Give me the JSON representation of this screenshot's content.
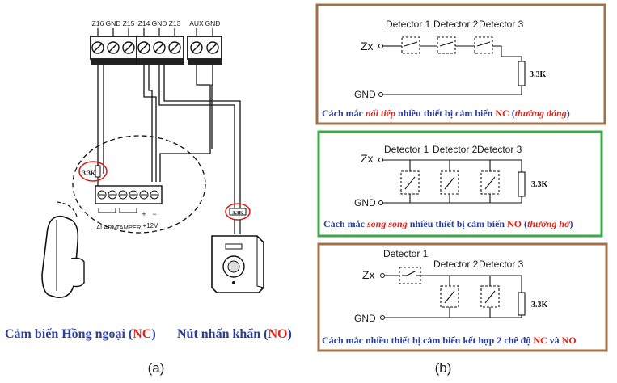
{
  "left": {
    "terminals_main": [
      "Z16",
      "GND",
      "Z15",
      "Z14",
      "GND",
      "Z13"
    ],
    "terminals_aux": [
      "AUX",
      "GND"
    ],
    "resistor_left": "3.3K",
    "resistor_right": "3.3K",
    "sensor_terminal_labels": [
      "ALARM",
      "TAMPER",
      "+",
      "−",
      "+12V"
    ],
    "caption_pir_main": "Cảm biến Hồng ngoại (",
    "caption_pir_tag": "NC",
    "caption_pir_end": ")",
    "caption_btn_main": "Nút nhấn khẩn (",
    "caption_btn_tag": "NO",
    "caption_btn_end": ")",
    "sub_label": "(a)"
  },
  "right": {
    "panel1": {
      "detectors": [
        "Detector 1",
        "Detector 2",
        "Detector 3"
      ],
      "zx": "Zx",
      "gnd": "GND",
      "resistor": "3.3K",
      "cap_a": "Cách mắc ",
      "cap_b": "nối tiếp",
      "cap_c": " nhiều thiết bị cảm biến ",
      "cap_d": "NC",
      "cap_e": " (",
      "cap_f": "thường đóng",
      "cap_g": ")"
    },
    "panel2": {
      "detectors": [
        "Detector 1",
        "Detector 2",
        "Detector 3"
      ],
      "zx": "Zx",
      "gnd": "GND",
      "resistor": "3.3K",
      "cap_a": "Cách mắc ",
      "cap_b": "song song",
      "cap_c": " nhiều thiết bị cảm biến ",
      "cap_d": "NO",
      "cap_e": " (",
      "cap_f": "thường hở",
      "cap_g": ")"
    },
    "panel3": {
      "detectors": [
        "Detector 1",
        "Detector 2",
        "Detector 3"
      ],
      "zx": "Zx",
      "gnd": "GND",
      "resistor": "3.3K",
      "cap_a": "Cách mắc nhiều thiết bị cảm biến kết hợp 2 chế độ ",
      "cap_b": "NC",
      "cap_c": " và ",
      "cap_d": "NO"
    },
    "sub_label": "(b)"
  },
  "colors": {
    "caption_blue": "#2a3f9e",
    "caption_red": "#e0241b",
    "panel_brown": "#a0704a",
    "panel_green": "#3aa845",
    "circle_red": "#d42020"
  }
}
